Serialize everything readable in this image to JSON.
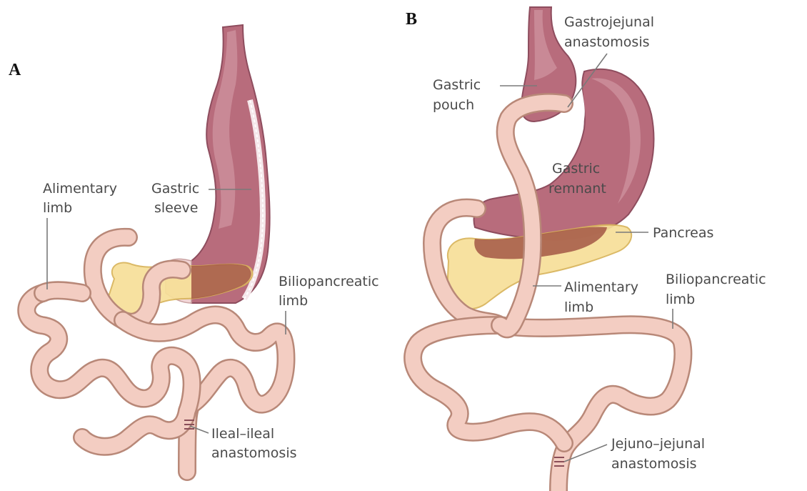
{
  "panels": {
    "a": {
      "letter": "A",
      "labels": {
        "alimentary_1": "Alimentary",
        "alimentary_2": "limb",
        "sleeve_1": "Gastric",
        "sleeve_2": "sleeve",
        "bilio_1": "Biliopancreatic",
        "bilio_2": "limb",
        "ileal_1": "Ileal–ileal",
        "ileal_2": "anastomosis"
      }
    },
    "b": {
      "letter": "B",
      "labels": {
        "gastrojejunal_1": "Gastrojejunal",
        "gastrojejunal_2": "anastomosis",
        "pouch_1": "Gastric",
        "pouch_2": "pouch",
        "remnant_1": "Gastric",
        "remnant_2": "remnant",
        "pancreas": "Pancreas",
        "alimentary_1": "Alimentary",
        "alimentary_2": "limb",
        "bilio_1": "Biliopancreatic",
        "bilio_2": "limb",
        "jejuno_1": "Jejuno–jejunal",
        "jejuno_2": "anastomosis"
      }
    }
  },
  "colors": {
    "stomach": "#b86c7c",
    "intestine": "#f3cdc2",
    "pancreas": "#f7df98"
  }
}
